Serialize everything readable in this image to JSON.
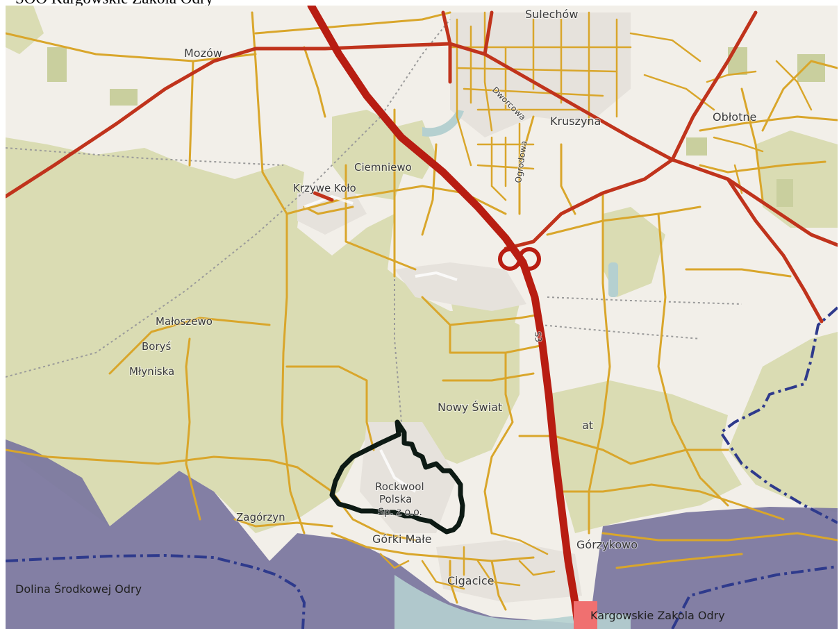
{
  "caption": "SOO Kargowskie Zakola Odry",
  "colors": {
    "land": "#f2efe9",
    "forest": "#dadcb3",
    "forest_dark": "#c9cf9e",
    "natura": "#7c78a0",
    "water": "#b5d0d0",
    "trunk": "#b81d12",
    "primary": "#c0331c",
    "minor": "#d9a62b",
    "boundary": "#2e3a8c",
    "outline": "#0d1a14",
    "highlight": "#f07070"
  },
  "places": {
    "sulechow": "Sulechów",
    "mozow": "Mozów",
    "kruszyna": "Kruszyna",
    "oblotne": "Obłotne",
    "ciemniewo": "Ciemniewo",
    "krzywe_kolo": "Krzywe Koło",
    "maloszewo": "Małoszewo",
    "borys": "Boryś",
    "mlyniska": "Młyniska",
    "nowy_swiat": "Nowy Świat",
    "at": "at",
    "rockwool_1": "Rockwool",
    "rockwool_2": "Polska",
    "rockwool_3": "Sp. z o.o.",
    "zagorzyn": "Zagórzyn",
    "gorki_male": "Górki Małe",
    "cigacice": "Cigacice",
    "gorzykowo": "Górzykowo",
    "street_dworcowa": "Dworcowa",
    "street_ogrodowa": "Ogrodowa",
    "road_num": "S3"
  },
  "areas": {
    "dolina": "Dolina Środkowej Odry",
    "kargowskie": "Kargowskie Zakola Odry"
  }
}
